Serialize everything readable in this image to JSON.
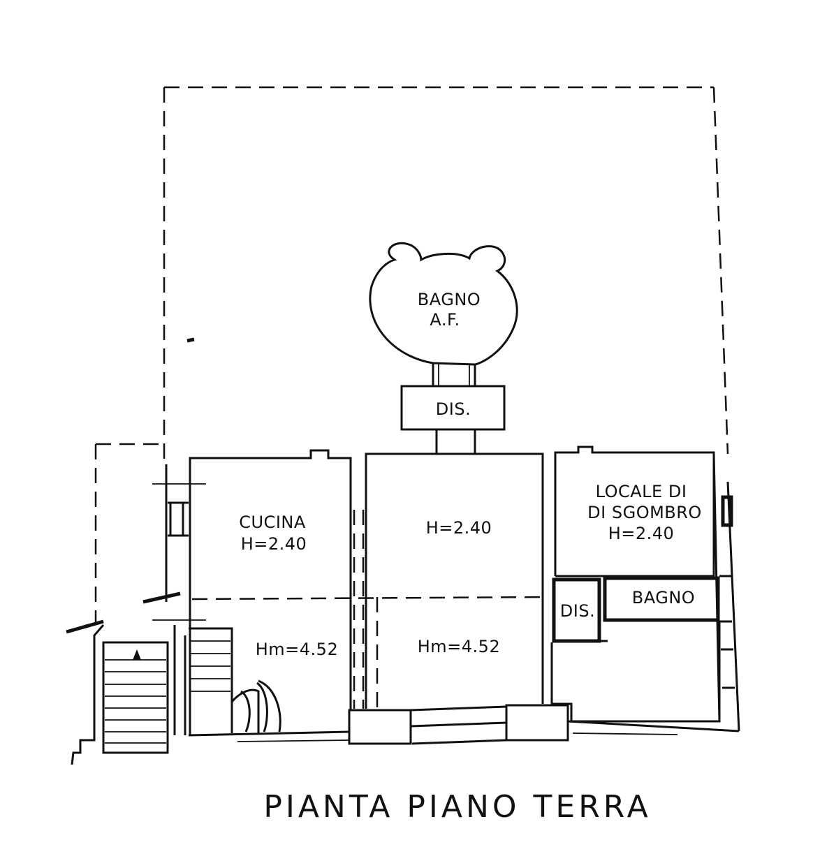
{
  "title": "PIANTA PIANO TERRA",
  "rooms": {
    "bagno_af": {
      "line1": "BAGNO",
      "line2": "A.F."
    },
    "dis_top": "DIS.",
    "cucina": {
      "line1": "CUCINA",
      "line2": "H=2.40"
    },
    "central_height": "H=2.40",
    "locale": {
      "line1": "LOCALE DI",
      "line2": "DI SGOMBRO",
      "line3": "H=2.40"
    },
    "dis_right": "DIS.",
    "bagno_right": "BAGNO",
    "hm_left": "Hm=4.52",
    "hm_center": "Hm=4.52"
  },
  "colors": {
    "ink": "#111111",
    "paper": "#ffffff"
  }
}
